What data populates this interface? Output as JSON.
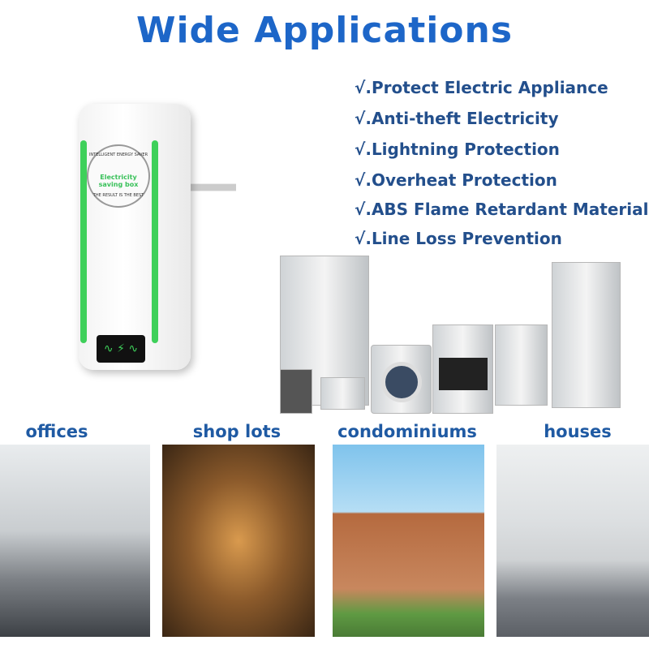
{
  "title": "Wide Applications",
  "features": [
    "√.Protect Electric Appliance",
    "√.Anti-theft Electricity",
    "√.Lightning Protection",
    "√.Overheat Protection",
    "√.ABS Flame Retardant Material",
    "√.Line Loss Prevention"
  ],
  "device": {
    "ring_top": "INTELLIGENT ENERGY SAVER",
    "label": "Electricity saving box",
    "ring_bottom": "THE RESULT IS THE BEST",
    "accent": "#3ed05a"
  },
  "applications": [
    {
      "label": "offices"
    },
    {
      "label": "shop lots"
    },
    {
      "label": "condominiums"
    },
    {
      "label": "houses"
    }
  ],
  "colors": {
    "title": "#1d66c8",
    "features": "#234f8c",
    "labels": "#1f5aa3"
  }
}
